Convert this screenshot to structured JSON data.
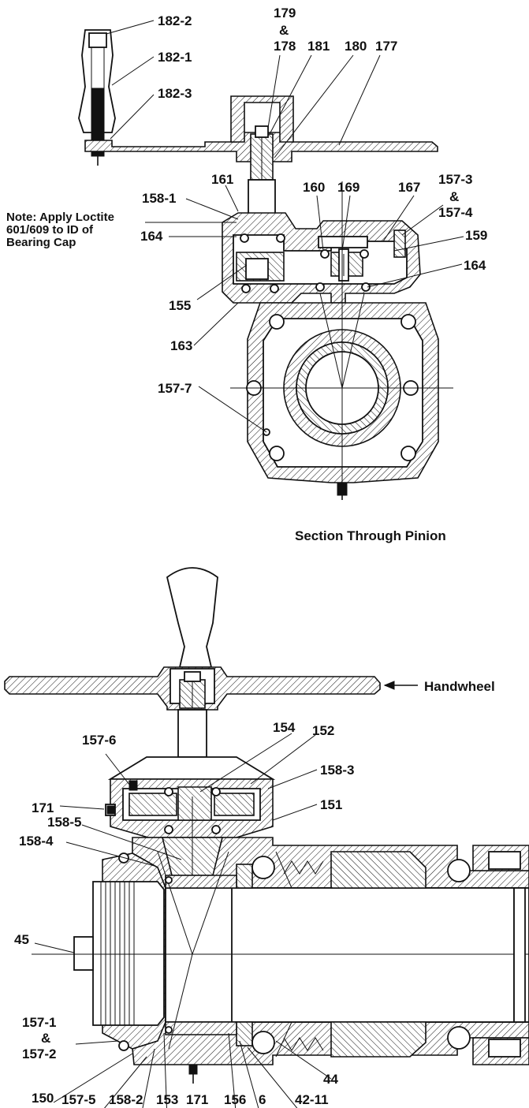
{
  "top_view": {
    "labels": {
      "l182_2": "182-2",
      "l182_1": "182-1",
      "l182_3": "182-3",
      "l179": "179",
      "amp1": "&",
      "l178": "178",
      "l181": "181",
      "l180": "180",
      "l177": "177",
      "l161": "161",
      "l158_1": "158-1",
      "l160": "160",
      "l169": "169",
      "l167": "167",
      "l157_3": "157-3",
      "amp2": "&",
      "l157_4": "157-4",
      "l159": "159",
      "l164a": "164",
      "l164b": "164",
      "l155": "155",
      "l163": "163",
      "l157_7": "157-7"
    },
    "note_lines": [
      "Note: Apply Loctite",
      "601/609 to ID of",
      "Bearing Cap"
    ],
    "caption": "Section Through Pinion"
  },
  "bottom_view": {
    "labels": {
      "handwheel": "Handwheel",
      "l157_6": "157-6",
      "l154": "154",
      "l152": "152",
      "l158_3": "158-3",
      "l171a": "171",
      "l151": "151",
      "l158_5": "158-5",
      "l158_4": "158-4",
      "l45": "45",
      "l157_1": "157-1",
      "amp3": "&",
      "l157_2": "157-2",
      "l150": "150",
      "l44": "44",
      "l157_5": "157-5",
      "l158_2": "158-2",
      "l153": "153",
      "l171b": "171",
      "l156": "156",
      "l6": "6",
      "l42_11": "42-11"
    }
  }
}
